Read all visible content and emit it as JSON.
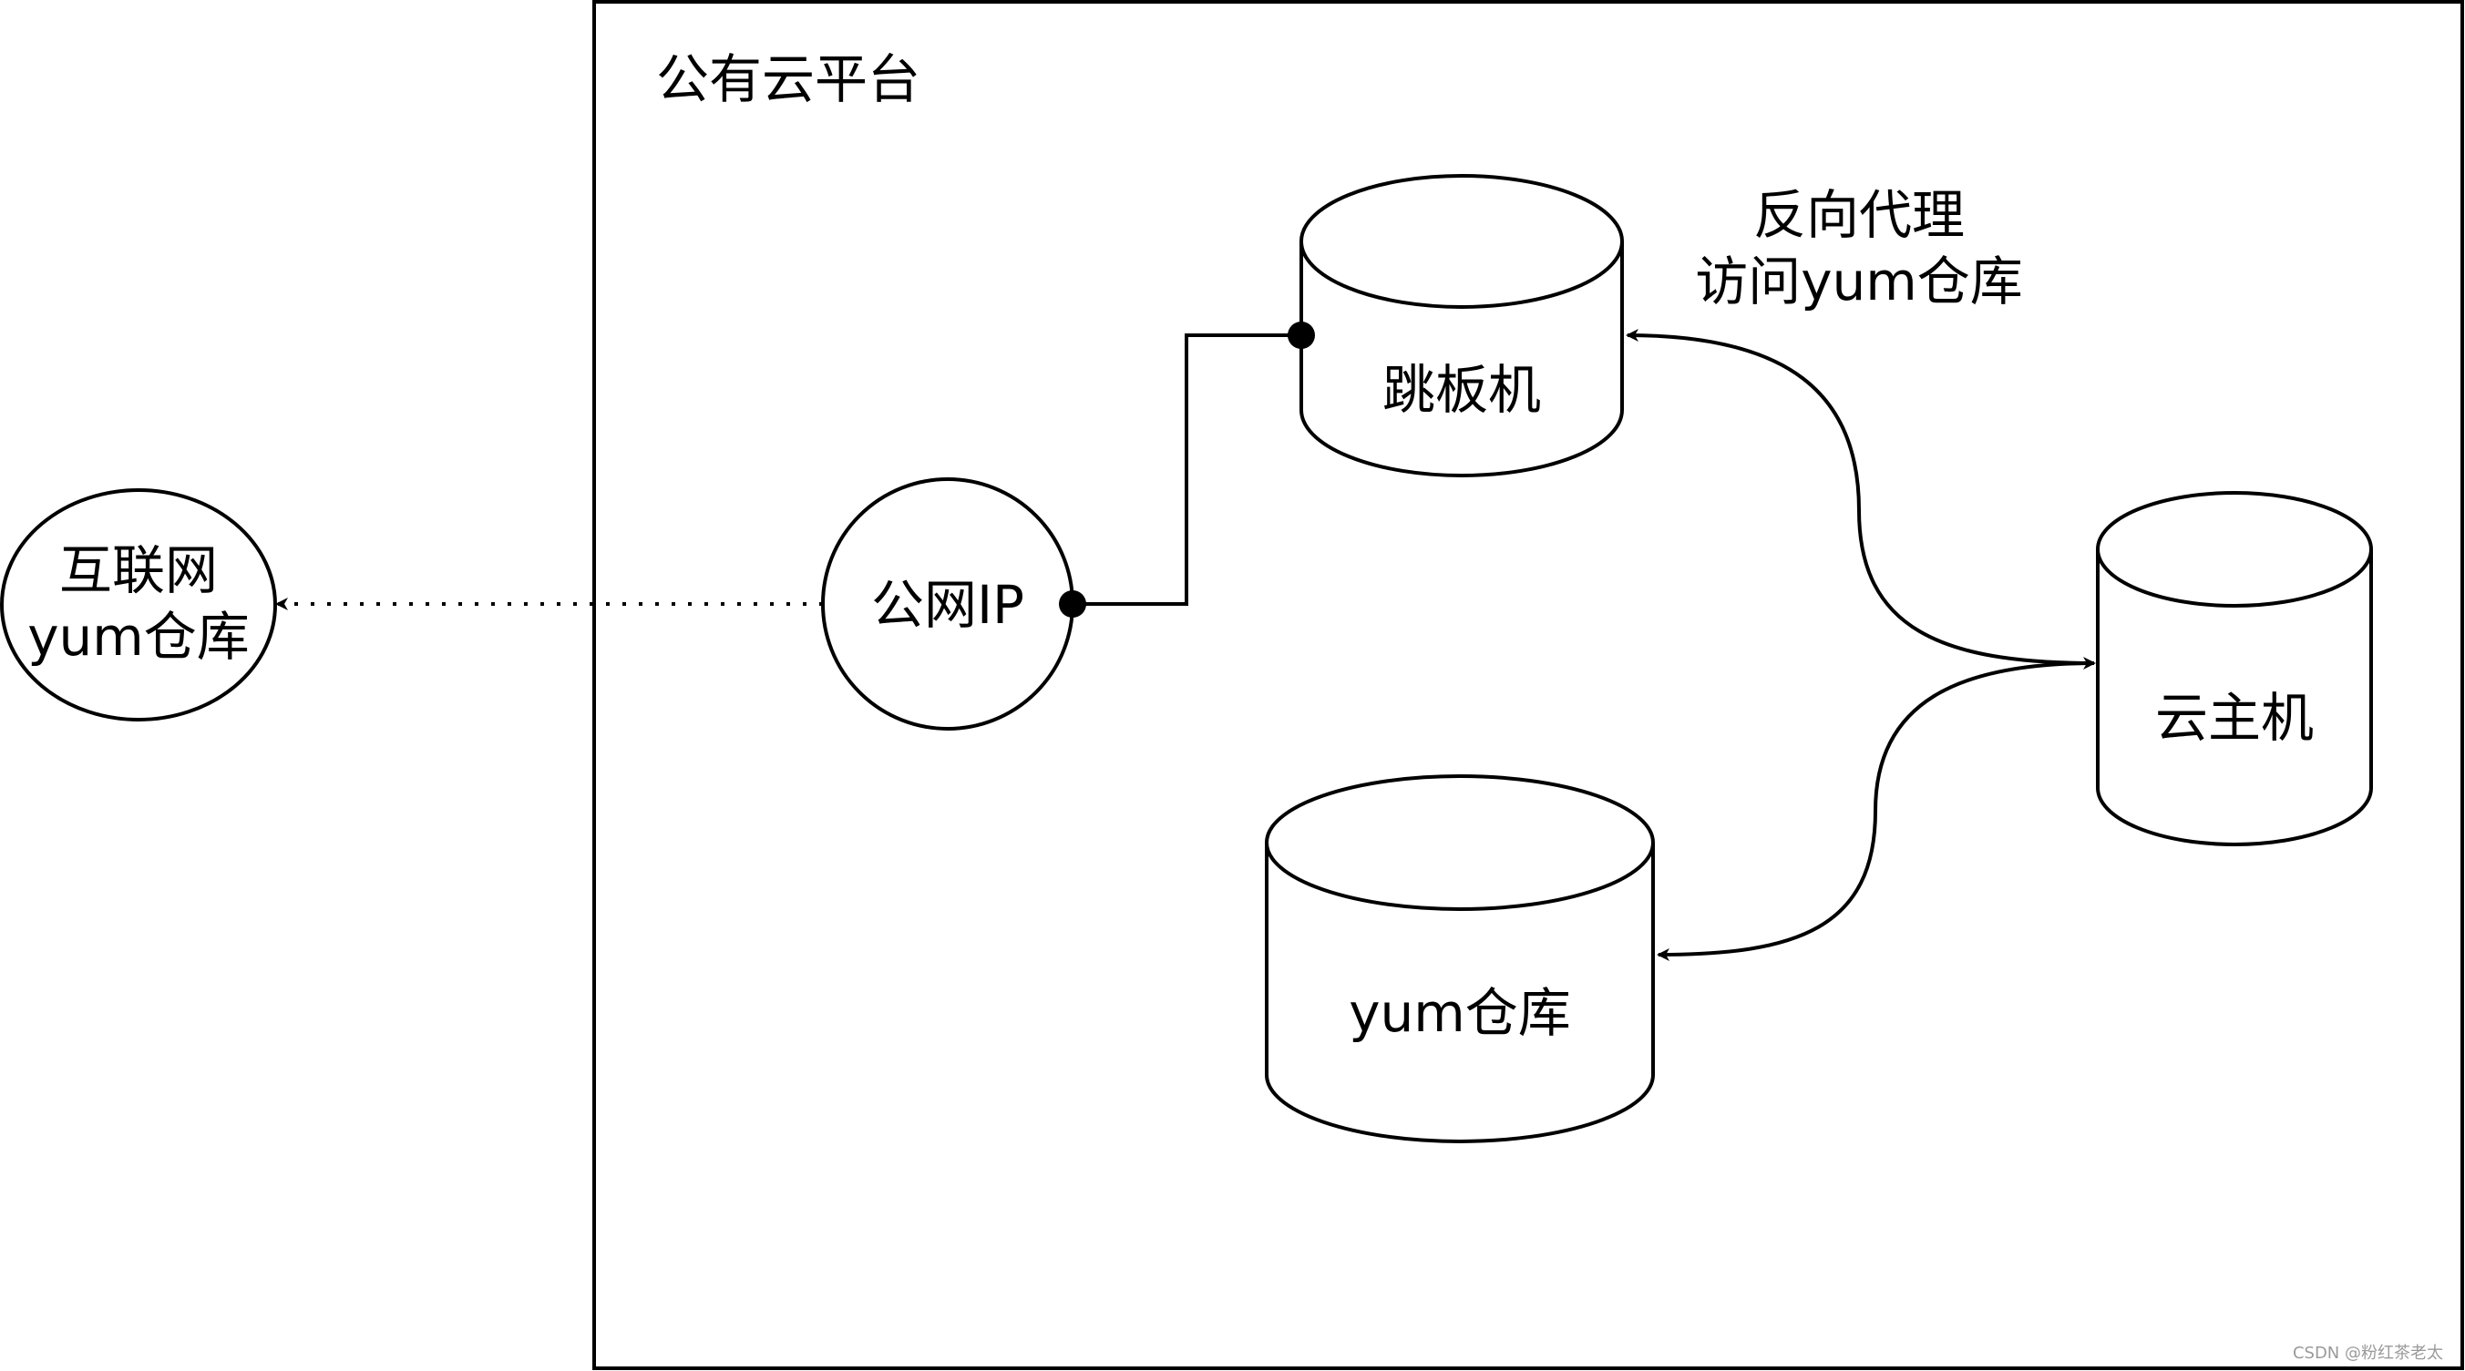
{
  "platform": {
    "title": "公有云平台"
  },
  "nodes": {
    "internet": {
      "line1": "互联网",
      "line2": "yum仓库"
    },
    "public_ip": {
      "label": "公网IP"
    },
    "jump_host": {
      "label": "跳板机"
    },
    "yum_repo": {
      "label": "yum仓库"
    },
    "cloud_host": {
      "label": "云主机"
    }
  },
  "edges": {
    "proxy": {
      "line1": "反向代理",
      "line2": "访问yum仓库"
    }
  },
  "watermark": "CSDN @粉红茶老太"
}
